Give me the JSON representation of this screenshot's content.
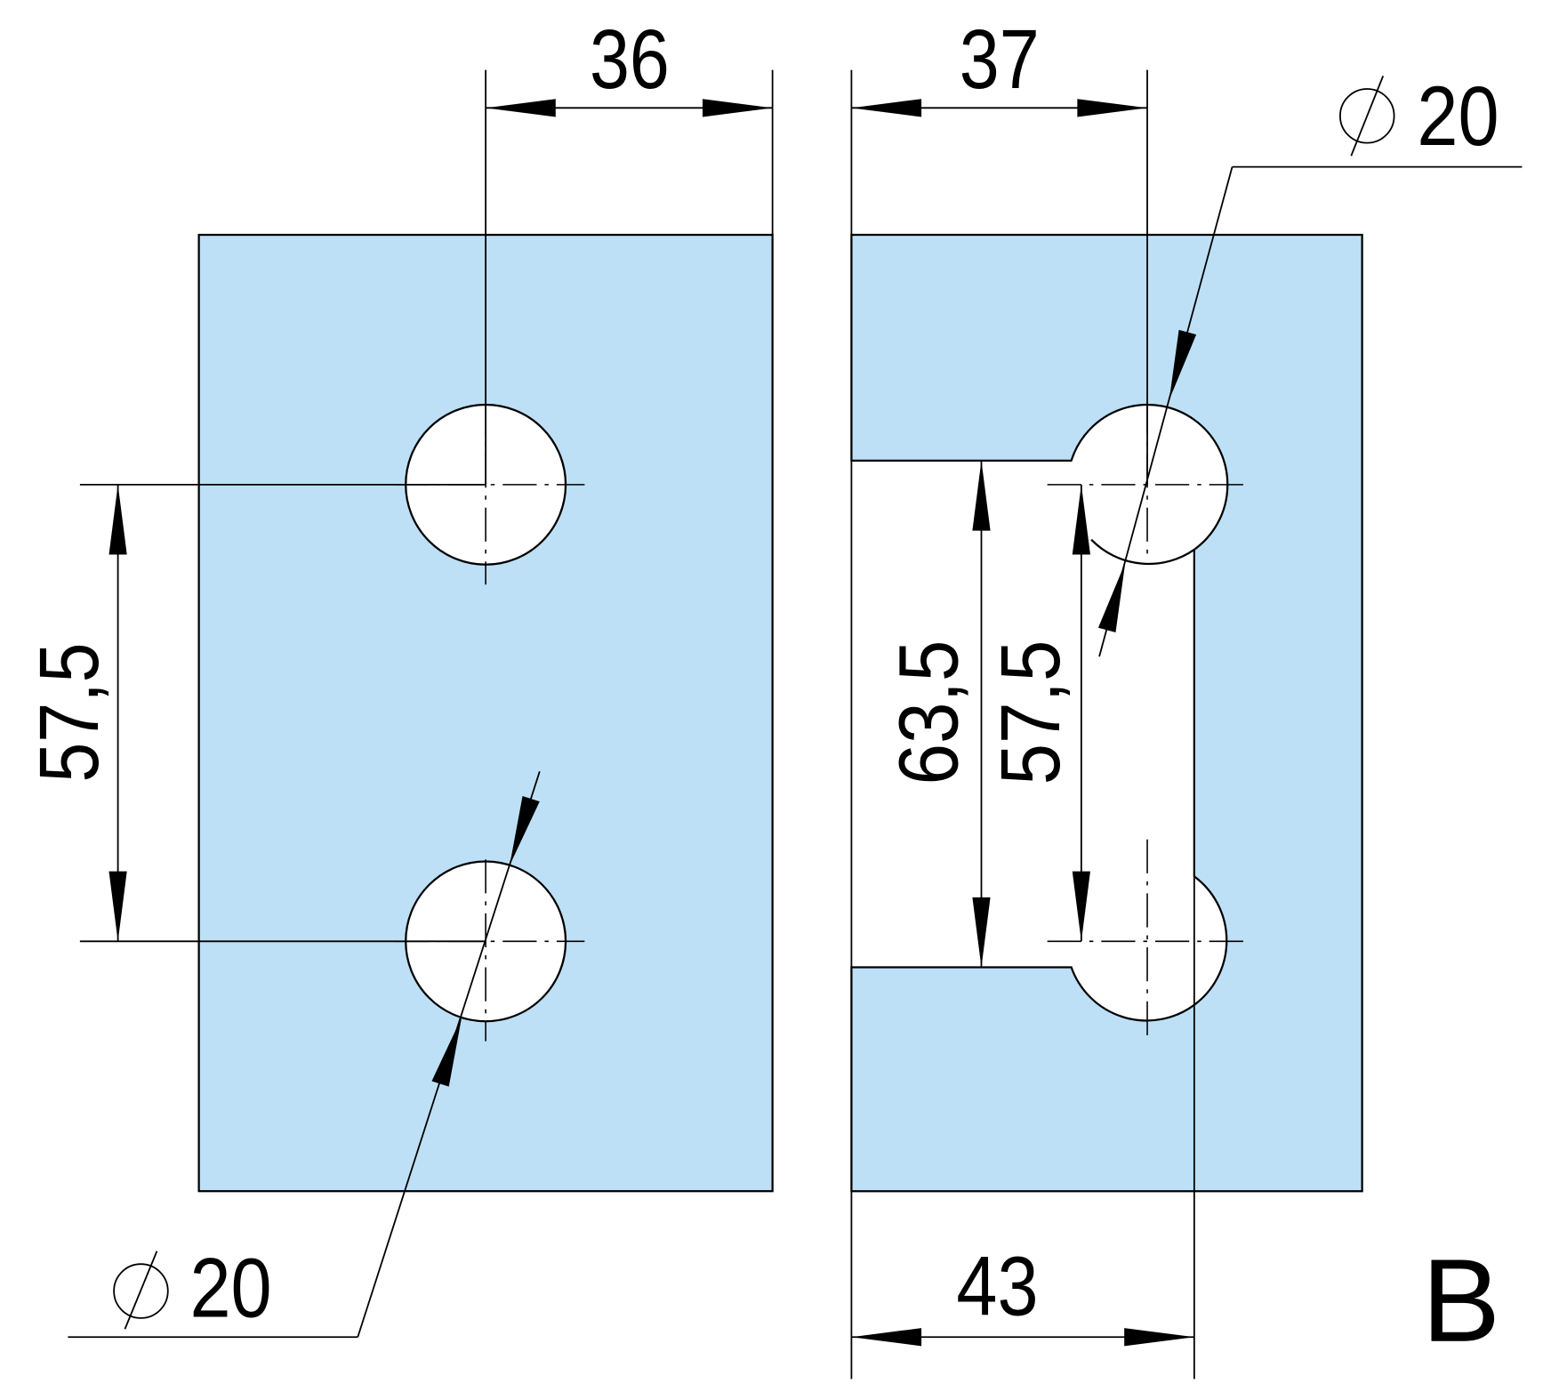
{
  "drawing": {
    "view_label": "B",
    "left_part": {
      "hole_spacing_horizontal": "36",
      "hole_spacing_vertical": "57,5",
      "hole_diameter": "20"
    },
    "right_part": {
      "hole_offset_horizontal": "37",
      "notch_height": "63,5",
      "hole_spacing_vertical": "57,5",
      "notch_depth": "43",
      "hole_diameter": "20"
    },
    "colors": {
      "part_fill": "#bde0f6",
      "line": "#000000"
    }
  }
}
